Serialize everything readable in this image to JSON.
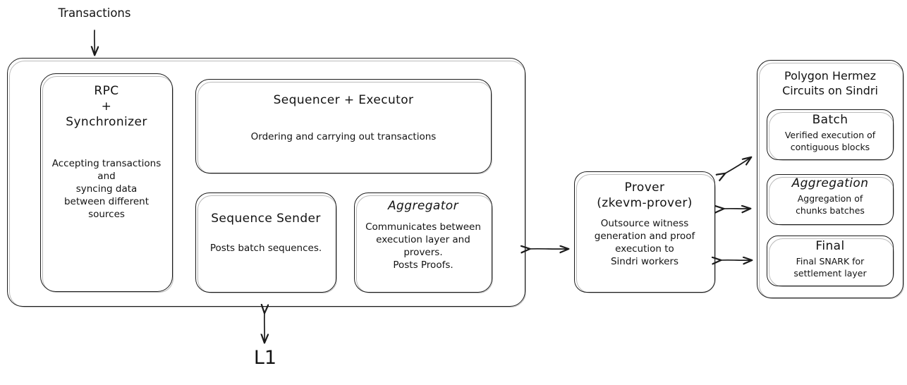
{
  "diagram": {
    "labels": {
      "transactions": "Transactions",
      "l1": "L1"
    },
    "execution_layer": {
      "rpc": {
        "title": "RPC\n+\nSynchronizer",
        "description": "Accepting transactions\nand\nsyncing data\nbetween different\nsources"
      },
      "sequencer": {
        "title": "Sequencer + Executor",
        "description": "Ordering and carrying out transactions"
      },
      "sequence_sender": {
        "title": "Sequence Sender",
        "description": "Posts batch sequences."
      },
      "aggregator": {
        "title": "Aggregator",
        "description": "Communicates between\nexecution layer and\nprovers.\nPosts Proofs."
      }
    },
    "prover": {
      "title": "Prover\n(zkevm-prover)",
      "description": "Outsource witness\ngeneration and proof\nexecution to\nSindri workers"
    },
    "circuits": {
      "panel_title": "Polygon Hermez\nCircuits on Sindri",
      "items": [
        {
          "title": "Batch",
          "description": "Verified execution of\ncontiguous blocks"
        },
        {
          "title": "Aggregation",
          "description": "Aggregation of\nchunks batches"
        },
        {
          "title": "Final",
          "description": "Final SNARK for\nsettlement layer"
        }
      ]
    },
    "arrows": [
      {
        "name": "transactions-to-container",
        "kind": "single-down"
      },
      {
        "name": "container-to-l1",
        "kind": "double-vertical"
      },
      {
        "name": "container-to-prover",
        "kind": "double-horizontal"
      },
      {
        "name": "prover-to-batch",
        "kind": "double-diagonal"
      },
      {
        "name": "prover-to-aggregation",
        "kind": "double-horizontal"
      },
      {
        "name": "prover-to-final",
        "kind": "double-horizontal"
      }
    ],
    "colors": {
      "stroke": "#1b1b1b",
      "background": "#ffffff",
      "text": "#131313"
    }
  }
}
